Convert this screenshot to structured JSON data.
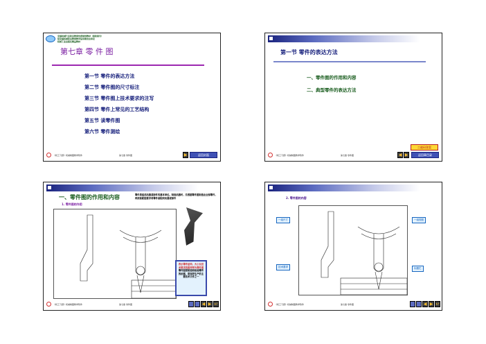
{
  "slide1": {
    "publisher_lines": [
      "全国机械行业职业教育优质规划教材（高职高专）",
      "经全国机械职业教育教学指导委员会审定",
      "机械工业出版社精品教材"
    ],
    "title": "第七章 零 件 图",
    "sections": [
      "第一节  零件的表达方法",
      "第二节  零件图的尺寸标注",
      "第三节  零件图上技术要求的注写",
      "第四节  零件上常见的工艺结构",
      "第五节  读零件图",
      "第六节  零件测绘"
    ],
    "footer_left": "《机工习题》机械制图教学软件",
    "footer_mid": "第七章  零件图",
    "back_button": "返回封面"
  },
  "slide2": {
    "title": "第一节  零件的表达方法",
    "items": [
      "一、零件图的作用和内容",
      "二、典型零件的表达方法"
    ],
    "qr_button": "二维码答案",
    "back_button": "返回章目录",
    "footer_left": "《机工习题》机械制图教学软件",
    "footer_mid": "第七章  零件图"
  },
  "slide3": {
    "title": "一、零件图的作用和内容",
    "subtitle": "1. 零件图的作用",
    "description": "零件是组成机器或部件的基本单位。制造机器时，先根据零件图制造出全部零件，再按装配图要求将零件装配成机器或部件",
    "box_red": "表示零件结构，大小及技术要求的图样称为零件图",
    "box_black": "零件图是制造和检验零件的依据，是指导生产的主要技术文件之一",
    "footer_left": "《机工习题》机械制图教学软件",
    "footer_mid": "第七章  零件图"
  },
  "slide4": {
    "subtitle": "2. 零件图的内容",
    "callouts": [
      "一组尺寸",
      "一组视图",
      "技术要求",
      "标题栏"
    ],
    "footer_left": "《机工习题》机械制图教学软件",
    "footer_mid": "第七章  零件图"
  }
}
